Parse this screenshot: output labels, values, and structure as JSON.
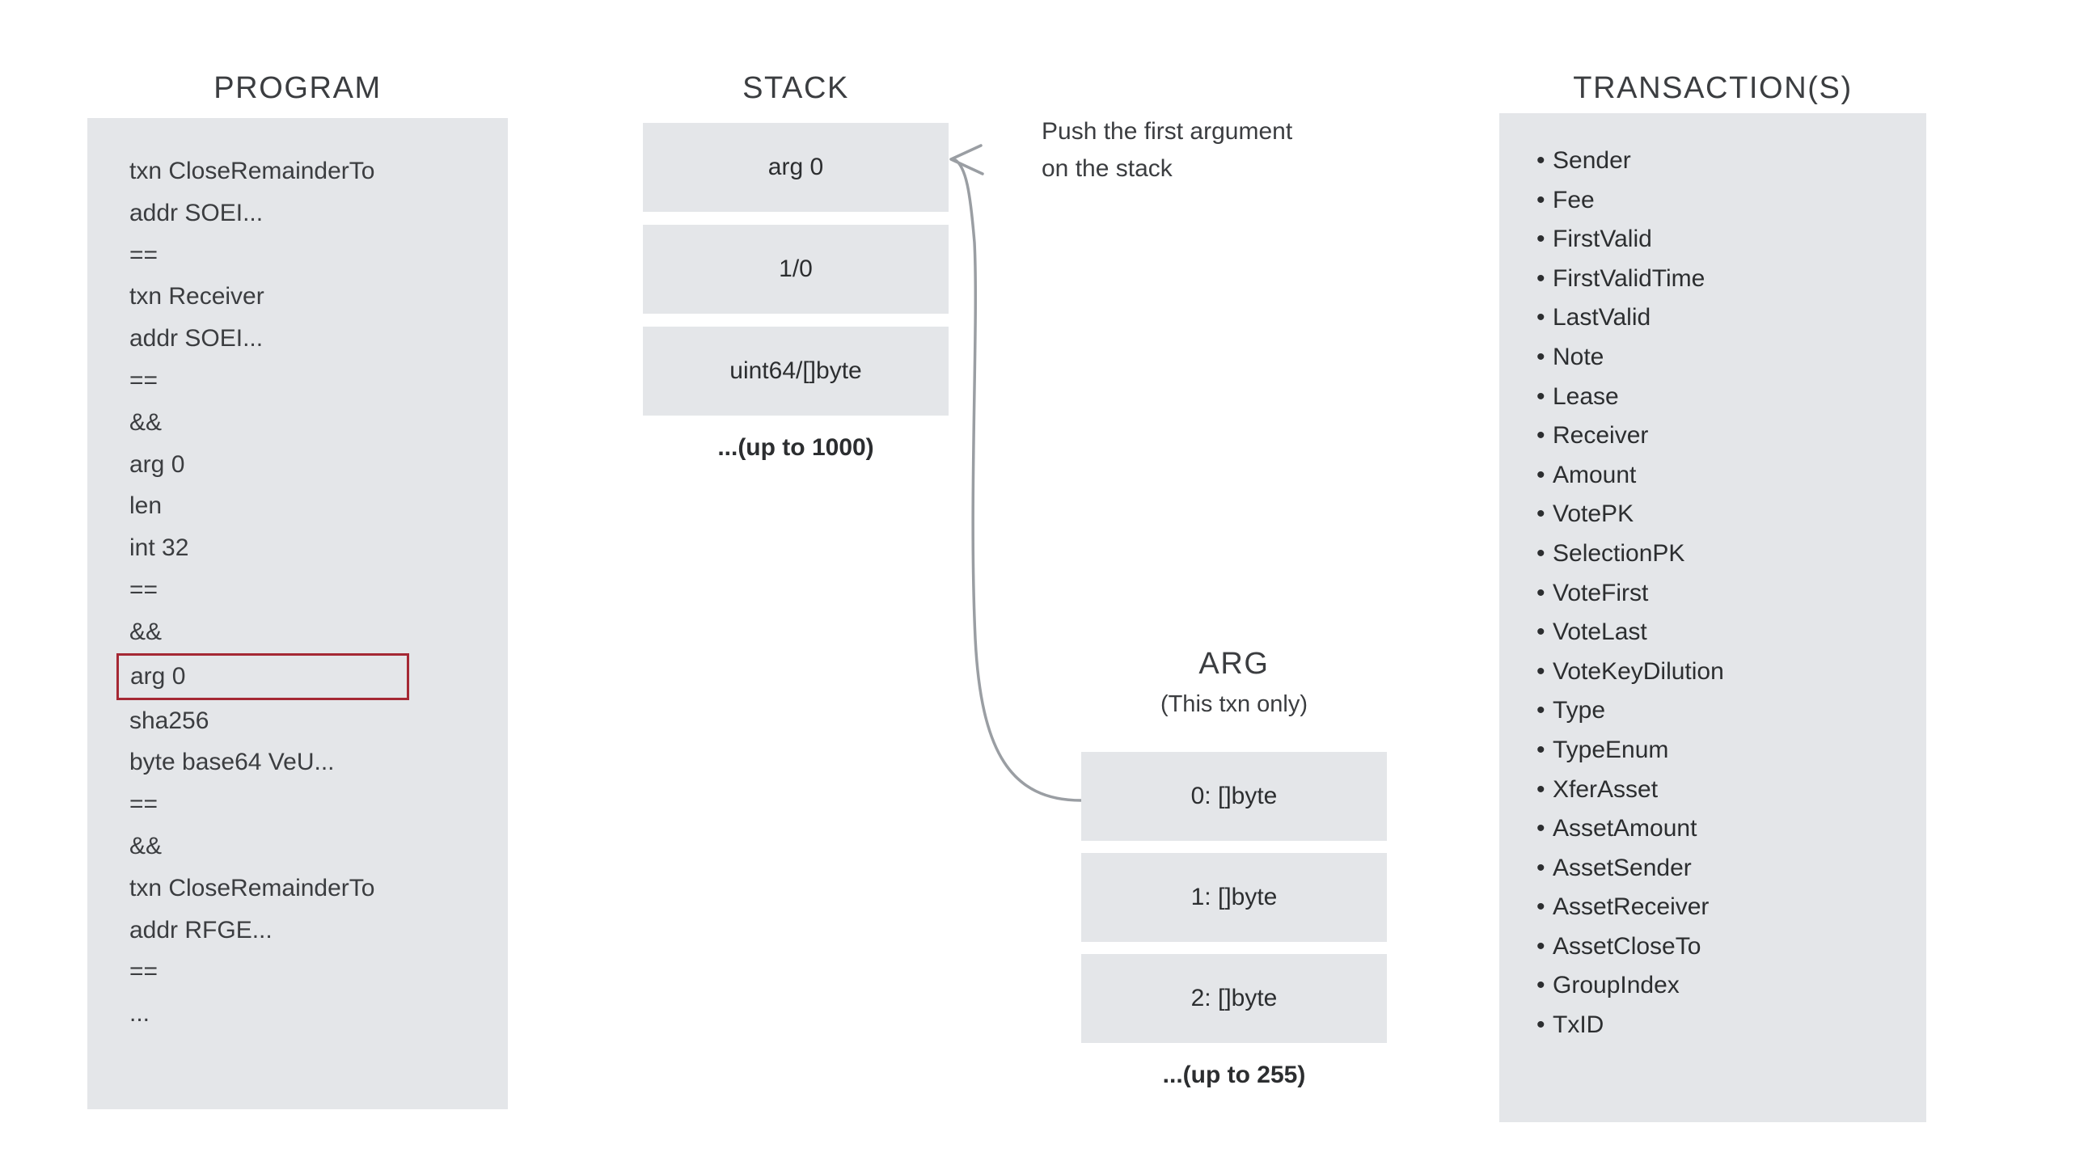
{
  "colors": {
    "panel_fill": "#e4e6e9",
    "text": "#3b3d40",
    "highlight_border": "#a52834",
    "arrow": "#9a9ea3",
    "background": "#ffffff"
  },
  "program": {
    "heading": "PROGRAM",
    "lines": [
      {
        "text": "txn CloseRemainderTo",
        "highlighted": false
      },
      {
        "text": "addr SOEI...",
        "highlighted": false
      },
      {
        "text": "==",
        "highlighted": false
      },
      {
        "text": "txn Receiver",
        "highlighted": false
      },
      {
        "text": "addr SOEI...",
        "highlighted": false
      },
      {
        "text": "==",
        "highlighted": false
      },
      {
        "text": "&&",
        "highlighted": false
      },
      {
        "text": "arg 0",
        "highlighted": false
      },
      {
        "text": "len",
        "highlighted": false
      },
      {
        "text": "int 32",
        "highlighted": false
      },
      {
        "text": "==",
        "highlighted": false
      },
      {
        "text": "&&",
        "highlighted": false
      },
      {
        "text": "arg 0",
        "highlighted": true
      },
      {
        "text": "sha256",
        "highlighted": false
      },
      {
        "text": "byte base64 VeU...",
        "highlighted": false
      },
      {
        "text": "==",
        "highlighted": false
      },
      {
        "text": "&&",
        "highlighted": false
      },
      {
        "text": "txn CloseRemainderTo",
        "highlighted": false
      },
      {
        "text": "addr RFGE...",
        "highlighted": false
      },
      {
        "text": "==",
        "highlighted": false
      },
      {
        "text": "...",
        "highlighted": false
      }
    ]
  },
  "stack": {
    "heading": "STACK",
    "cells": [
      "arg 0",
      "1/0",
      "uint64/[]byte"
    ],
    "caption": "...(up to 1000)"
  },
  "annotation": {
    "line1": "Push the first argument",
    "line2": "on the stack"
  },
  "arg": {
    "heading": "ARG",
    "subheading": "(This txn only)",
    "cells": [
      "0: []byte",
      "1: []byte",
      "2: []byte"
    ],
    "caption": "...(up to 255)"
  },
  "transactions": {
    "heading": "TRANSACTION(S)",
    "bullet": "•",
    "fields": [
      "Sender",
      "Fee",
      "FirstValid",
      "FirstValidTime",
      "LastValid",
      "Note",
      "Lease",
      "Receiver",
      "Amount",
      "VotePK",
      "SelectionPK",
      "VoteFirst",
      "VoteLast",
      "VoteKeyDilution",
      "Type",
      "TypeEnum",
      "XferAsset",
      "AssetAmount",
      "AssetSender",
      "AssetReceiver",
      "AssetCloseTo",
      "GroupIndex",
      "TxID"
    ]
  }
}
